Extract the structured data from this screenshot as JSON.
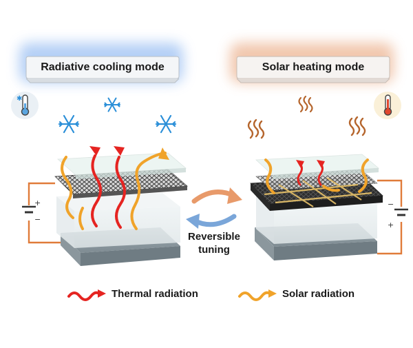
{
  "modes": {
    "cooling": "Radiative cooling mode",
    "heating": "Solar heating mode"
  },
  "center": {
    "line1": "Reversible",
    "line2": "tuning"
  },
  "legend": {
    "thermal": "Thermal radiation",
    "solar": "Solar radiation"
  },
  "colors": {
    "cooling_glow": "#bcd6f7",
    "heating_glow": "#f2c9ad",
    "snowflake": "#2b8fd8",
    "heat_wave": "#b5652c",
    "thermal_arrow": "#e52421",
    "solar_arrow": "#f0a32a",
    "circuit_wire": "#e07b39"
  },
  "icons": {
    "cooling_thermometer": "thermometer-cold-icon",
    "heating_thermometer": "thermometer-hot-icon",
    "snowflake": "snowflake-icon",
    "heat_wave": "heat-wave-icon",
    "battery": "battery-icon"
  }
}
